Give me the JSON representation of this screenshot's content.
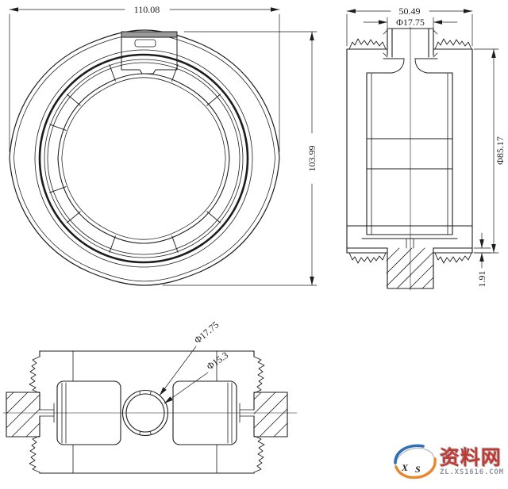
{
  "page": {
    "background": "#ffffff",
    "line_color": "#1c1c1c"
  },
  "front_view": {
    "width_dim": "110.08",
    "height_dim": "103.99"
  },
  "side_view": {
    "width_dim": "50.49",
    "neck_dia": "Φ17.75",
    "body_dia": "Φ85.17",
    "lip_dim": "1.91"
  },
  "bottom_view": {
    "hole_outer_dia": "Φ17.75",
    "hole_inner_dia": "Φ15.3"
  },
  "watermark": {
    "logo_text_x": "X",
    "logo_text_s": "S",
    "site_name": "资料网",
    "site_url": "ZL.XS1616.COM",
    "colors": {
      "blue": "#2e6fb7",
      "orange": "#e8872b",
      "red": "#c8302e",
      "silver": "#9aa2ac",
      "name_red": "#bf3a32",
      "url_gray": "#8d949c"
    }
  }
}
